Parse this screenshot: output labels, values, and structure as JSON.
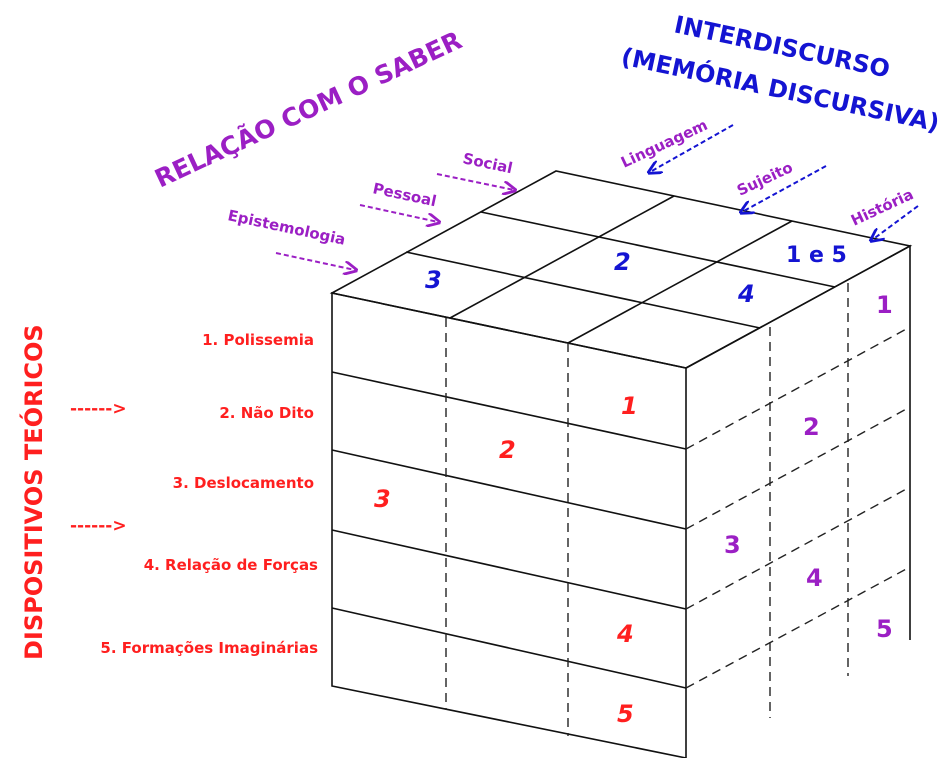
{
  "title_relacao": "RELAÇÃO COM O SABER",
  "title_interdiscurso_line1": "INTERDISCURSO",
  "title_interdiscurso_line2": "(MEMÓRIA DISCURSIVA)",
  "title_dispositivos": "DISPOSITIVOS TEÓRICOS",
  "saber_items": [
    "Social",
    "Pessoal",
    "Epistemologia"
  ],
  "interdiscurso_items": [
    "Linguagem",
    "Sujeito",
    "História"
  ],
  "dispositivos_items": [
    "1. Polissemia",
    "2. Não Dito",
    "3. Deslocamento",
    "4. Relação de Forças",
    "5. Formações Imaginárias"
  ],
  "arrow_text": "------>",
  "top_face_numbers": [
    "3",
    "2",
    "1 e 5",
    "4"
  ],
  "front_face_numbers": [
    "1",
    "2",
    "3",
    "4",
    "5"
  ],
  "side_face_numbers": [
    "1",
    "2",
    "3",
    "4",
    "5"
  ],
  "colors": {
    "red": "#ff1f1f",
    "blue": "#1414d2",
    "purple": "#9b1fc4"
  }
}
